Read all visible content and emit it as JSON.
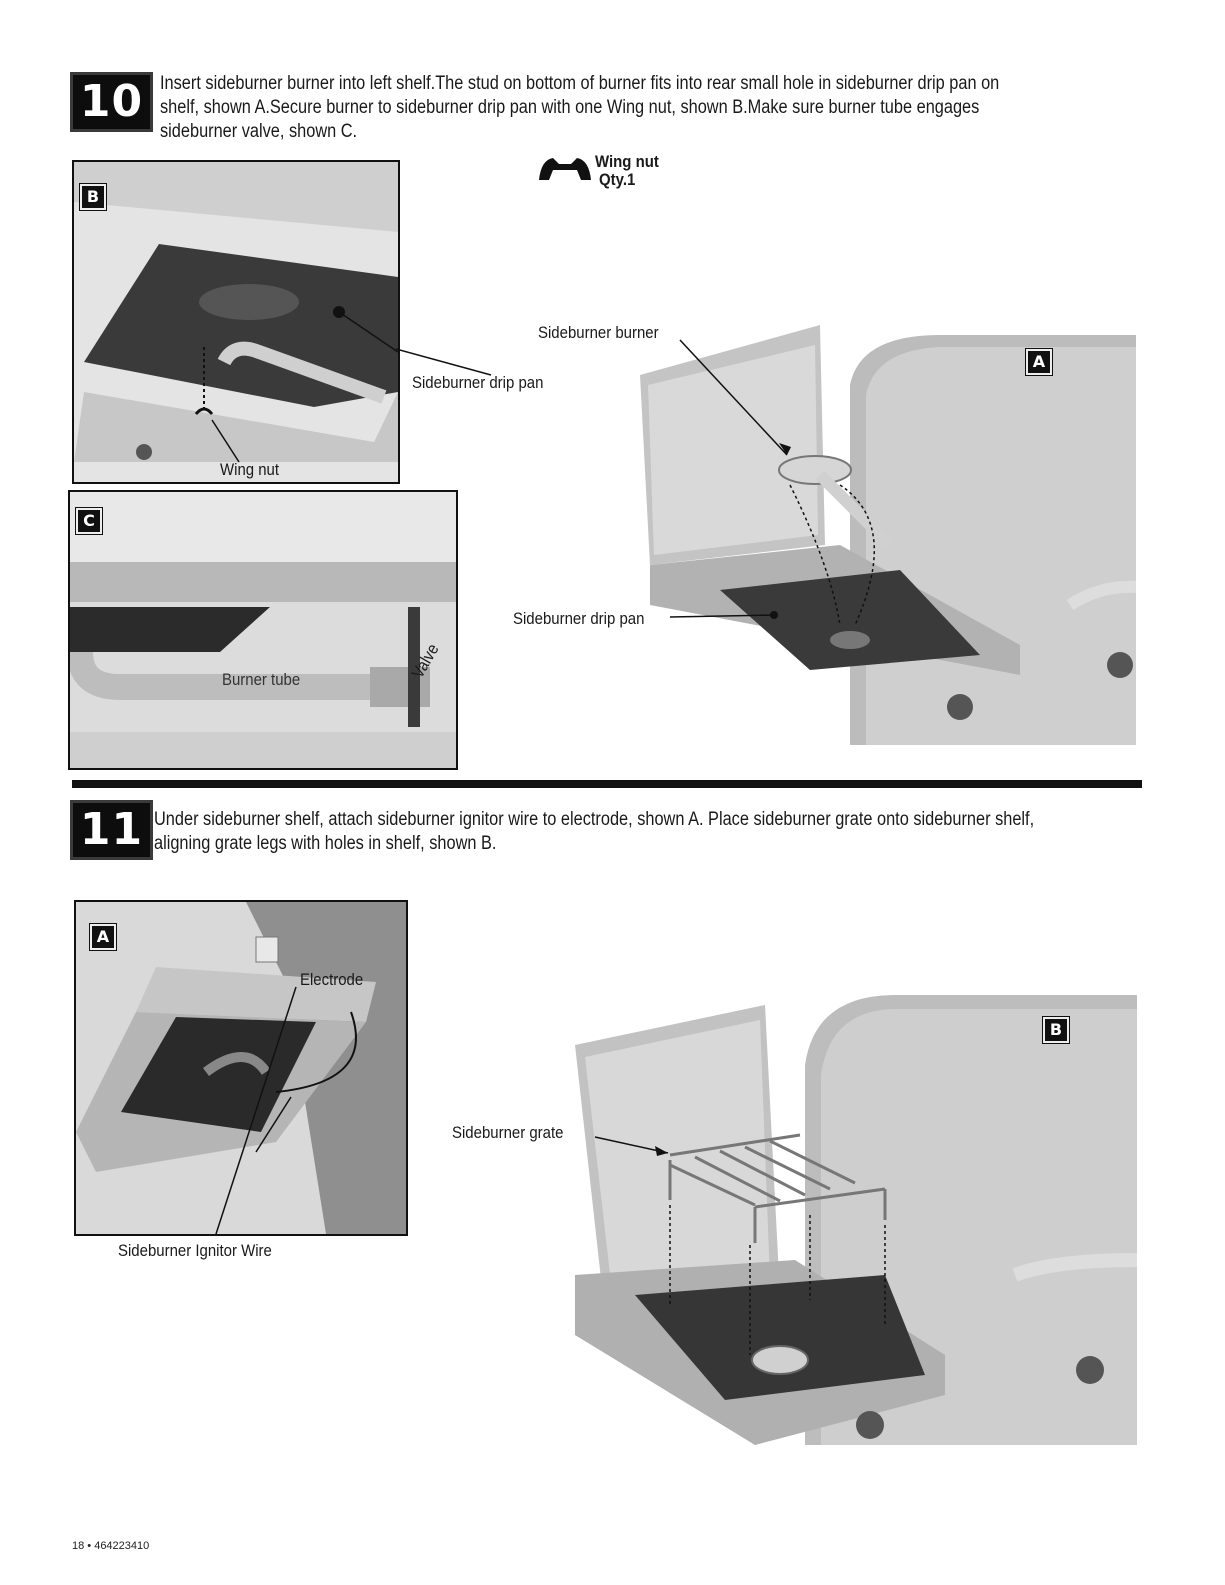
{
  "step10": {
    "number": "10",
    "text_lines": [
      "Insert sideburner burner into left shelf.The stud on bottom of burner fits into rear small hole in sideburner drip pan on",
      "shelf, shown A.Secure burner to sideburner drip pan with one Wing nut, shown B.Make sure burner tube engages",
      "sideburner valve, shown C."
    ],
    "part": {
      "name": "Wing nut",
      "qty": "Qty.1"
    },
    "panel_b": {
      "tag": "B",
      "callouts": {
        "drip_pan": "Sideburner drip pan",
        "wing_nut": "Wing nut"
      }
    },
    "panel_c": {
      "tag": "C",
      "callouts": {
        "burner_tube": "Burner tube",
        "valve": "Valve"
      }
    },
    "panel_a": {
      "tag": "A",
      "callouts": {
        "burner": "Sideburner burner",
        "drip_pan": "Sideburner drip pan"
      }
    }
  },
  "step11": {
    "number": "11",
    "text_lines": [
      "Under sideburner shelf, attach sideburner ignitor wire to electrode, shown A. Place sideburner grate onto sideburner shelf,",
      "aligning grate legs with holes in shelf, shown B."
    ],
    "panel_a": {
      "tag": "A",
      "callouts": {
        "electrode": "Electrode",
        "ignitor_wire": "Sideburner Ignitor Wire"
      }
    },
    "panel_b": {
      "tag": "B",
      "callouts": {
        "grate": "Sideburner grate"
      }
    }
  },
  "footer": {
    "page": "18 • 464223410"
  },
  "colors": {
    "ink": "#111111",
    "panel_bg": "#d7d7d7",
    "metal": "#bdbdbd",
    "dark_pan": "#333333"
  }
}
